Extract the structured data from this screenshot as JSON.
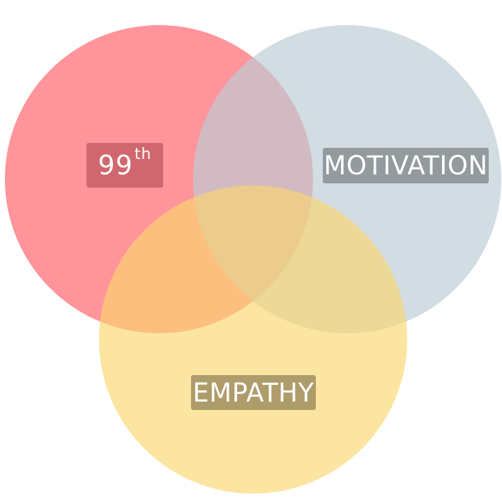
{
  "diagram": {
    "type": "venn",
    "sets": [
      {
        "id": "left",
        "label_main": "99",
        "label_suffix": "th",
        "fill": "#ff5c66",
        "label_bg": "#d1676e"
      },
      {
        "id": "right",
        "label": "MOTIVATION",
        "fill": "#bccbd6",
        "label_bg": "#939b9f"
      },
      {
        "id": "bottom",
        "label": "EMPATHY",
        "fill": "#fbd56f",
        "label_bg": "#ae9c6a"
      }
    ]
  }
}
